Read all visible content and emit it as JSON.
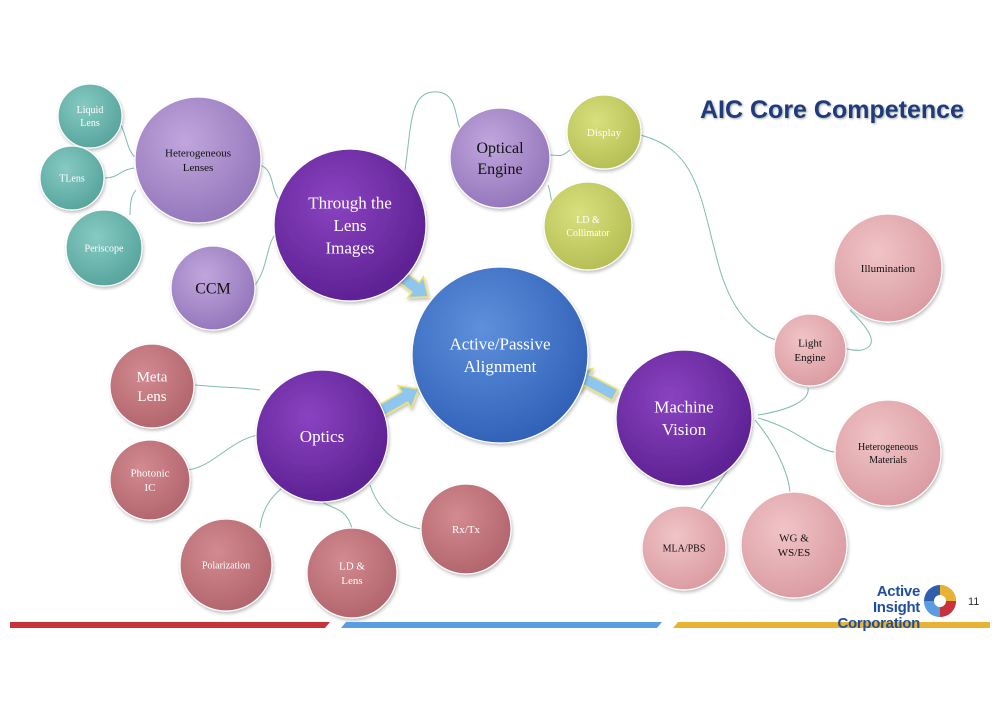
{
  "title": "AIC Core Competence",
  "page_number": "11",
  "logo": {
    "line1": "Active Insight",
    "line2": "Corporation"
  },
  "colors": {
    "blue_center": "#3f73c6",
    "purple_dark": "#6e2aa3",
    "purple_light": "#a98bc9",
    "teal": "#6bb8b0",
    "olive": "#c8d16b",
    "rose_dark": "#c1727a",
    "rose_light": "#e2a9ae",
    "footer_red": "#c8323a",
    "footer_blue": "#5a9de0",
    "footer_gold": "#e8b233"
  },
  "nodes": {
    "center": {
      "lines": [
        "Active/Passive",
        "Alignment"
      ]
    },
    "through_lens": {
      "lines": [
        "Through the",
        "Lens",
        "Images"
      ]
    },
    "optical_engine": {
      "lines": [
        "Optical",
        "Engine"
      ]
    },
    "optics": {
      "lines": [
        "Optics"
      ]
    },
    "machine_vision": {
      "lines": [
        "Machine",
        "Vision"
      ]
    },
    "hetero_lenses": {
      "lines": [
        "Heterogeneous",
        "Lenses"
      ]
    },
    "liquid_lens": {
      "lines": [
        "Liquid",
        "Lens"
      ]
    },
    "tlens": {
      "lines": [
        "TLens"
      ]
    },
    "periscope": {
      "lines": [
        "Periscope"
      ]
    },
    "ccm": {
      "lines": [
        "CCM"
      ]
    },
    "display": {
      "lines": [
        "Display"
      ]
    },
    "ld_collimator": {
      "lines": [
        "LD &",
        "Collimator"
      ]
    },
    "meta_lens": {
      "lines": [
        "Meta",
        "Lens"
      ]
    },
    "photonic_ic": {
      "lines": [
        "Photonic",
        "IC"
      ]
    },
    "polarization": {
      "lines": [
        "Polarization"
      ]
    },
    "ld_lens": {
      "lines": [
        "LD &",
        "Lens"
      ]
    },
    "rxtx": {
      "lines": [
        "Rx/Tx"
      ]
    },
    "illumination": {
      "lines": [
        "Illumination"
      ]
    },
    "light_engine": {
      "lines": [
        "Light",
        "Engine"
      ]
    },
    "hetero_materials": {
      "lines": [
        "Heterogeneous",
        "Materials"
      ]
    },
    "mla_pbs": {
      "lines": [
        "MLA/PBS"
      ]
    },
    "wg_ws_es": {
      "lines": [
        "WG &",
        "WS/ES"
      ]
    }
  }
}
